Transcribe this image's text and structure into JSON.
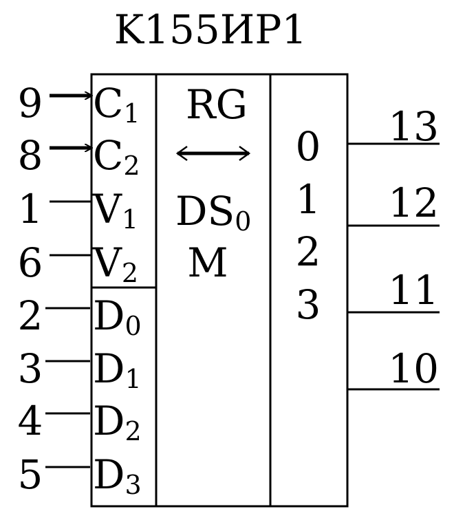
{
  "title": "K155ИР1",
  "function_label": "RG",
  "shift_symbol": "⟷",
  "mode_label": {
    "base": "DS",
    "sub": "0"
  },
  "mode_label2": "M",
  "inputs": [
    {
      "pin": "9",
      "base": "C",
      "sub": "1",
      "kind": "clock"
    },
    {
      "pin": "8",
      "base": "C",
      "sub": "2",
      "kind": "clock"
    },
    {
      "pin": "1",
      "base": "V",
      "sub": "1",
      "kind": "line"
    },
    {
      "pin": "6",
      "base": "V",
      "sub": "2",
      "kind": "line"
    },
    {
      "pin": "2",
      "base": "D",
      "sub": "0",
      "kind": "line"
    },
    {
      "pin": "3",
      "base": "D",
      "sub": "1",
      "kind": "line"
    },
    {
      "pin": "4",
      "base": "D",
      "sub": "2",
      "kind": "line"
    },
    {
      "pin": "5",
      "base": "D",
      "sub": "3",
      "kind": "line"
    }
  ],
  "output_bits": [
    "0",
    "1",
    "2",
    "3"
  ],
  "outputs": [
    "13",
    "12",
    "11",
    "10"
  ]
}
